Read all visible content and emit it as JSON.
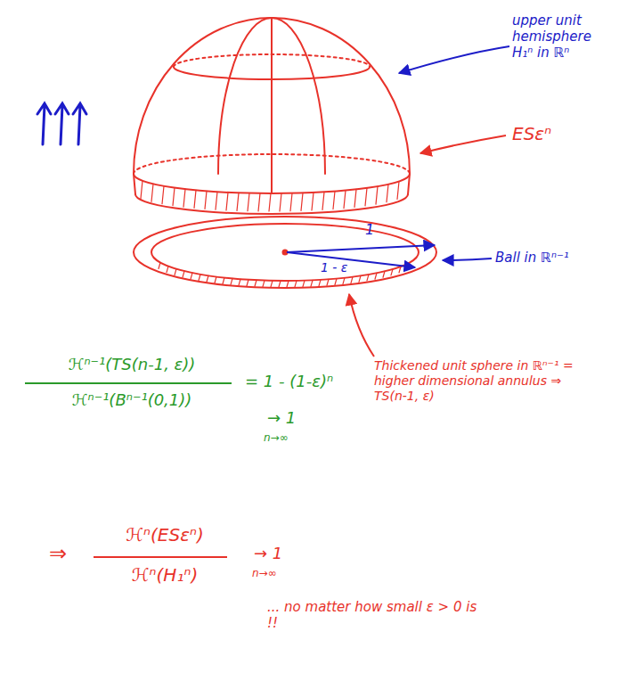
{
  "diagram": {
    "labels": [
      "upper unit hemisphere H₁ⁿ in ℝⁿ",
      "ESεⁿ",
      "Ball in ℝⁿ⁻¹",
      "1",
      "1 - ε",
      "Thickened unit sphere in ℝⁿ⁻¹ = higher dimensional annulus ⇒ TS(n-1, ε)",
      "ℋⁿ⁻¹(TS(n-1, ε))",
      "ℋⁿ⁻¹(Bⁿ⁻¹(0,1))",
      "= 1 - (1-ε)ⁿ",
      "→ 1",
      "n→∞",
      "⇒",
      "ℋⁿ(ESεⁿ)",
      "ℋⁿ(H₁ⁿ)",
      "→ 1",
      "n→∞",
      "... no matter how small ε > 0 is !!"
    ]
  }
}
